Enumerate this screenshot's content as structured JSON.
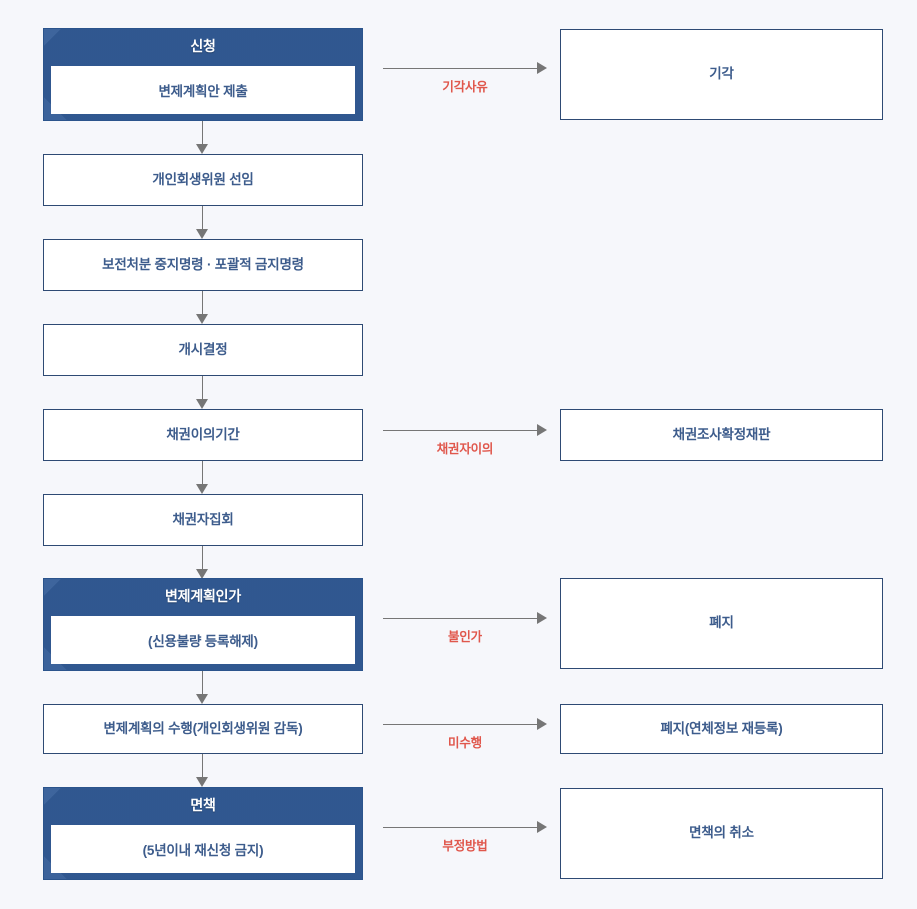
{
  "page": {
    "background_color": "#f6f7fb",
    "accent_blue": "#35609e",
    "text_blue": "#3d5c8c",
    "label_red": "#e0574c",
    "connector_gray": "#767676"
  },
  "main_flow": [
    {
      "id": "application",
      "type": "highlight",
      "title": "신청",
      "subtitle": "변제계획안 제출"
    },
    {
      "id": "commissioner-appointment",
      "type": "plain",
      "title": "개인회생위원 선임"
    },
    {
      "id": "preservation-order",
      "type": "plain",
      "title": "보전처분 중지명령 · 포괄적 금지명령"
    },
    {
      "id": "commencement-decision",
      "type": "plain",
      "title": "개시결정"
    },
    {
      "id": "claim-objection-period",
      "type": "plain",
      "title": "채권이의기간"
    },
    {
      "id": "creditors-meeting",
      "type": "plain",
      "title": "채권자집회"
    },
    {
      "id": "plan-approval",
      "type": "highlight",
      "title": "변제계획인가",
      "subtitle": "(신용불량 등록해제)"
    },
    {
      "id": "plan-execution",
      "type": "plain",
      "title": "변제계획의 수행(개인회생위원 감독)"
    },
    {
      "id": "discharge",
      "type": "highlight",
      "title": "면책",
      "subtitle": "(5년이내 재신청 금지)"
    }
  ],
  "branches": [
    {
      "id": "dismissal",
      "from": "application",
      "arrow_label": "기각사유",
      "target_title": "기각"
    },
    {
      "id": "claim-determination-trial",
      "from": "claim-objection-period",
      "arrow_label": "채권자이의",
      "target_title": "채권조사확정재판"
    },
    {
      "id": "abolition",
      "from": "plan-approval",
      "arrow_label": "불인가",
      "target_title": "폐지"
    },
    {
      "id": "abolition-rereg",
      "from": "plan-execution",
      "arrow_label": "미수행",
      "target_title": "폐지(연체정보 재등록)"
    },
    {
      "id": "discharge-revocation",
      "from": "discharge",
      "arrow_label": "부정방법",
      "target_title": "면책의 취소"
    }
  ]
}
